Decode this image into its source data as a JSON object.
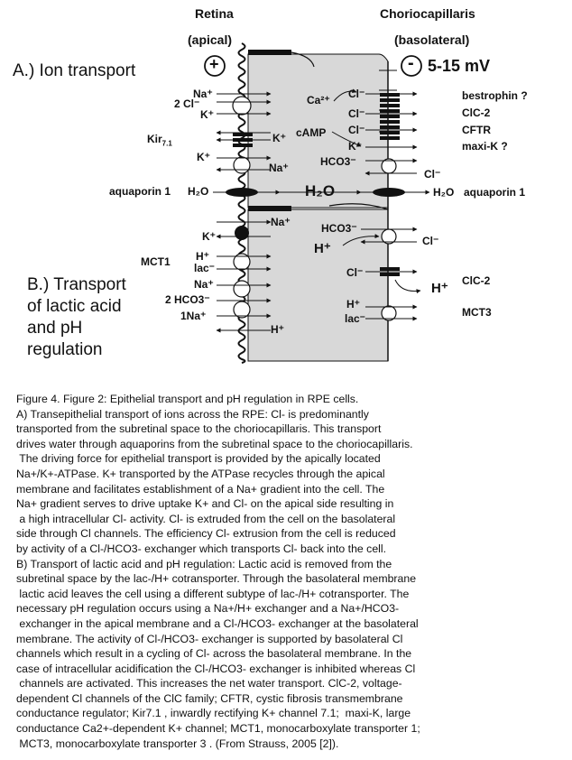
{
  "header": {
    "retina": "Retina",
    "choriocapillaris": "Choriocapillaris",
    "apical": "(apical)",
    "basolateral": "(basolateral)",
    "plus": "+",
    "minus": "-",
    "voltage": "5-15 mV"
  },
  "section_a": {
    "title": "A.) Ion transport"
  },
  "section_b": {
    "line1": "B.) Transport",
    "line2": "of lactic acid",
    "line3": "and pH",
    "line4": "regulation"
  },
  "labels_left": {
    "na1": "Na⁺",
    "cl2": "2 Cl⁻",
    "k1": "K⁺",
    "kir": "Kir",
    "kir_sub": "7.1",
    "k_apical": "K⁺",
    "aquaporin_left": "aquaporin 1",
    "h2o_left": "H₂O",
    "k_lower": "K⁺",
    "mct1": "MCT1",
    "h_plus": "H⁺",
    "lac": "lac⁻",
    "na_lower": "Na⁺",
    "hco3_2": "2 HCO3⁻",
    "na_1": "1Na⁺"
  },
  "labels_cell": {
    "ca": "Ca²⁺",
    "camp": "cAMP",
    "k_channel": "K⁺",
    "na_pump": "Na⁺",
    "h2o_center": "H₂O",
    "na_lower": "Na⁺",
    "hco3_lower": "HCO3⁻",
    "h_cell": "H⁺",
    "h_bottom": "H⁺"
  },
  "labels_right_membrane": {
    "cl1": "Cl⁻",
    "cl2": "Cl⁻",
    "cl3": "Cl⁻",
    "k": "K⁺",
    "hco3": "HCO3⁻",
    "cl_out": "Cl⁻",
    "cl_lower": "Cl⁻",
    "cl_clc": "Cl⁻",
    "h_plus_mct3": "H⁺",
    "lac_mct3": "lac⁻",
    "h_out": "H⁺"
  },
  "labels_right": {
    "bestrophin": "bestrophin ?",
    "clc2": "ClC-2",
    "cftr": "CFTR",
    "maxik": "maxi-K ?",
    "aquaporin_right": "aquaporin 1",
    "h2o_right": "H₂O",
    "clc2_lower": "ClC-2",
    "mct3": "MCT3"
  },
  "caption": {
    "lines": [
      "Figure 4. Figure 2: Epithelial transport and pH regulation in RPE cells.",
      "A) Transepithelial transport of ions across the RPE: Cl- is predominantly",
      "transported from the subretinal space to the choriocapillaris. This transport",
      "drives water through aquaporins from the subretinal space to the choriocapillaris.",
      " The driving force for epithelial transport is provided by the apically located",
      "Na+/K+-ATPase. K+ transported by the ATPase recycles through the apical",
      "membrane and facilitates establishment of a Na+ gradient into the cell. The",
      "Na+ gradient serves to drive uptake K+ and Cl- on the apical side resulting in",
      " a high intracellular Cl- activity. Cl- is extruded from the cell on the basolateral",
      "side through Cl channels. The efficiency Cl- extrusion from the cell is reduced",
      "by activity of a Cl-/HCO3- exchanger which transports Cl- back into the cell.",
      "B) Transport of lactic acid and pH regulation: Lactic acid is removed from the",
      "subretinal space by the lac-/H+ cotransporter. Through the basolateral membrane",
      " lactic acid leaves the cell using a different subtype of lac-/H+ cotransporter. The",
      "necessary pH regulation occurs using a Na+/H+ exchanger and a Na+/HCO3-",
      " exchanger in the apical membrane and a Cl-/HCO3- exchanger at the basolateral",
      "membrane. The activity of Cl-/HCO3- exchanger is supported by basolateral Cl",
      "channels which result in a cycling of Cl- across the basolateral membrane. In the",
      "case of intracellular acidification the Cl-/HCO3- exchanger is inhibited whereas Cl",
      " channels are activated. This increases the net water transport. ClC-2, voltage-",
      "dependent Cl channels of the ClC family; CFTR, cystic fibrosis transmembrane",
      "conductance regulator; Kir7.1 , inwardly rectifying K+ channel 7.1;  maxi-K, large",
      "conductance Ca2+-dependent K+ channel; MCT1, monocarboxylate transporter 1;",
      " MCT3, monocarboxylate transporter 3 . (From Strauss, 2005 [2])."
    ]
  }
}
